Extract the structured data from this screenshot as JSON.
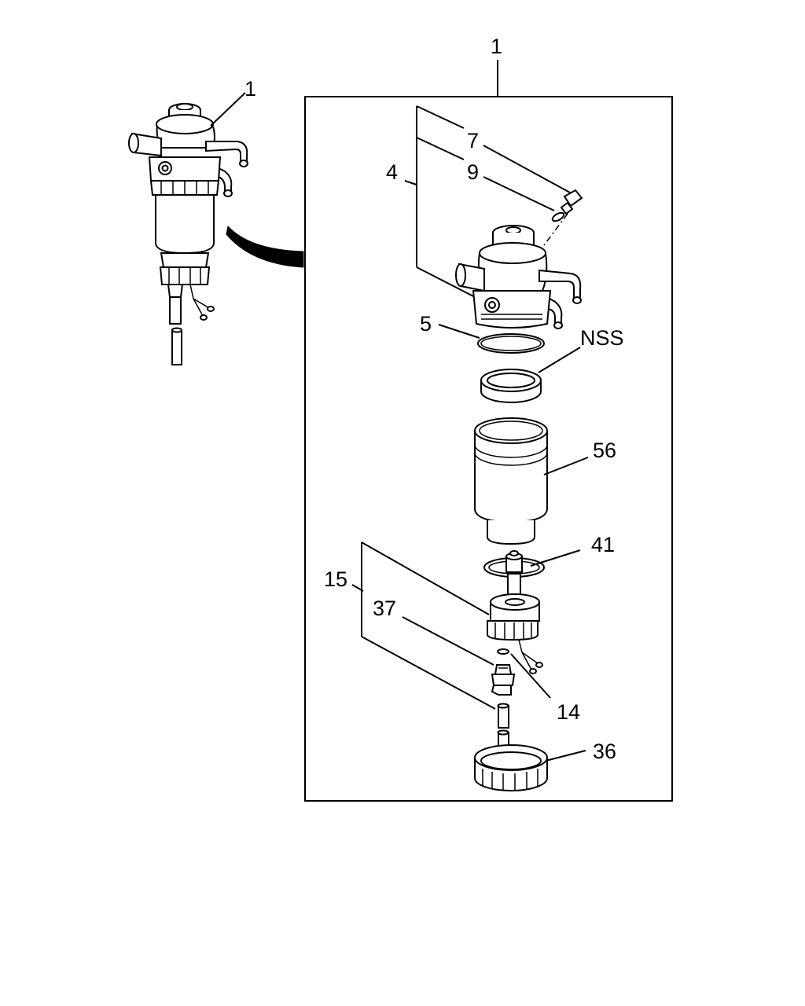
{
  "diagram": {
    "callouts": {
      "assembly_top": "1",
      "assembly_left": "1",
      "c7": "7",
      "c9": "9",
      "c4": "4",
      "c5": "5",
      "nss": "NSS",
      "c56": "56",
      "c41": "41",
      "c15": "15",
      "c37": "37",
      "c14": "14",
      "c36": "36"
    },
    "parts": [
      "assembled-filter-overview",
      "filter-head",
      "plug",
      "washer",
      "o-ring",
      "seal-ring",
      "filter-element",
      "gasket",
      "sensor-housing",
      "drain-valve",
      "tube",
      "retaining-ring"
    ]
  }
}
